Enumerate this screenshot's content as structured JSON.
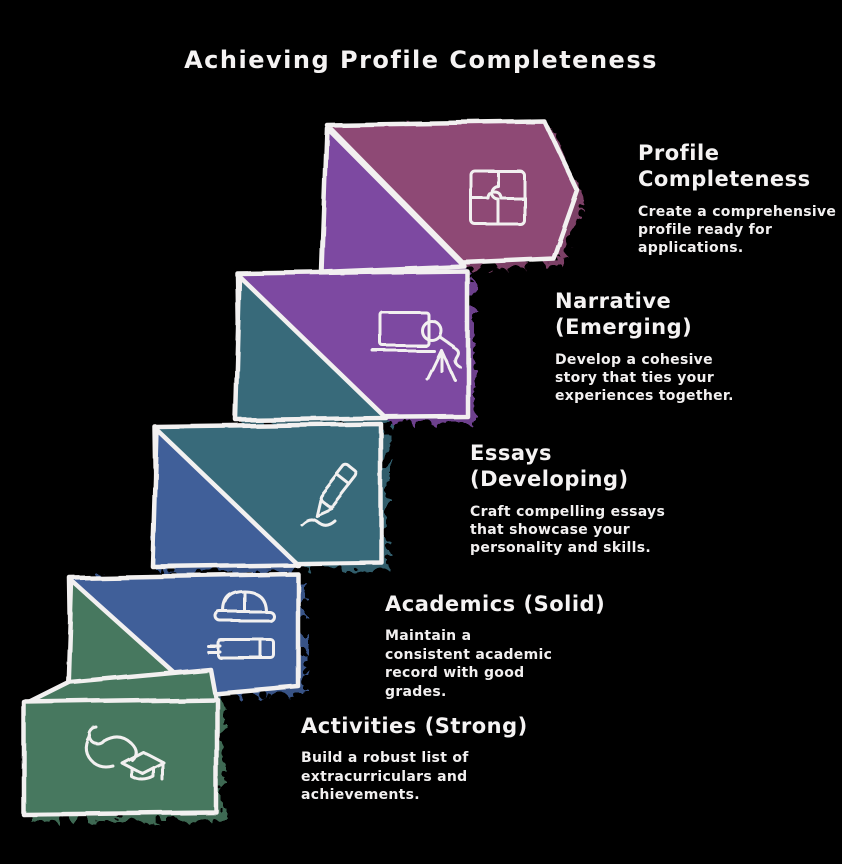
{
  "title": "Achieving Profile Completeness",
  "colors": {
    "background": "#000000",
    "outline": "#f2f0f0",
    "text": "#f5f3f3"
  },
  "steps": [
    {
      "name": "profile-completeness",
      "title": "Profile Completeness",
      "description": "Create a comprehensive profile ready for applications.",
      "color": "#8e4a74",
      "icon": "puzzle-icon"
    },
    {
      "name": "narrative",
      "title": "Narrative (Emerging)",
      "description": "Develop a cohesive story that ties your experiences together.",
      "color": "#7d49a1",
      "icon": "laptop-microphone-icon"
    },
    {
      "name": "essays",
      "title": "Essays (Developing)",
      "description": "Craft compelling essays that showcase your personality and skills.",
      "color": "#376b7a",
      "icon": "pen-icon"
    },
    {
      "name": "academics",
      "title": "Academics (Solid)",
      "description": "Maintain a consistent academic record with good grades.",
      "color": "#3f5f99",
      "icon": "hard-hat-book-icon"
    },
    {
      "name": "activities",
      "title": "Activities (Strong)",
      "description": "Build a robust list of extracurriculars and achievements.",
      "color": "#47785e",
      "icon": "flexed-arm-graduation-cap-icon"
    }
  ]
}
